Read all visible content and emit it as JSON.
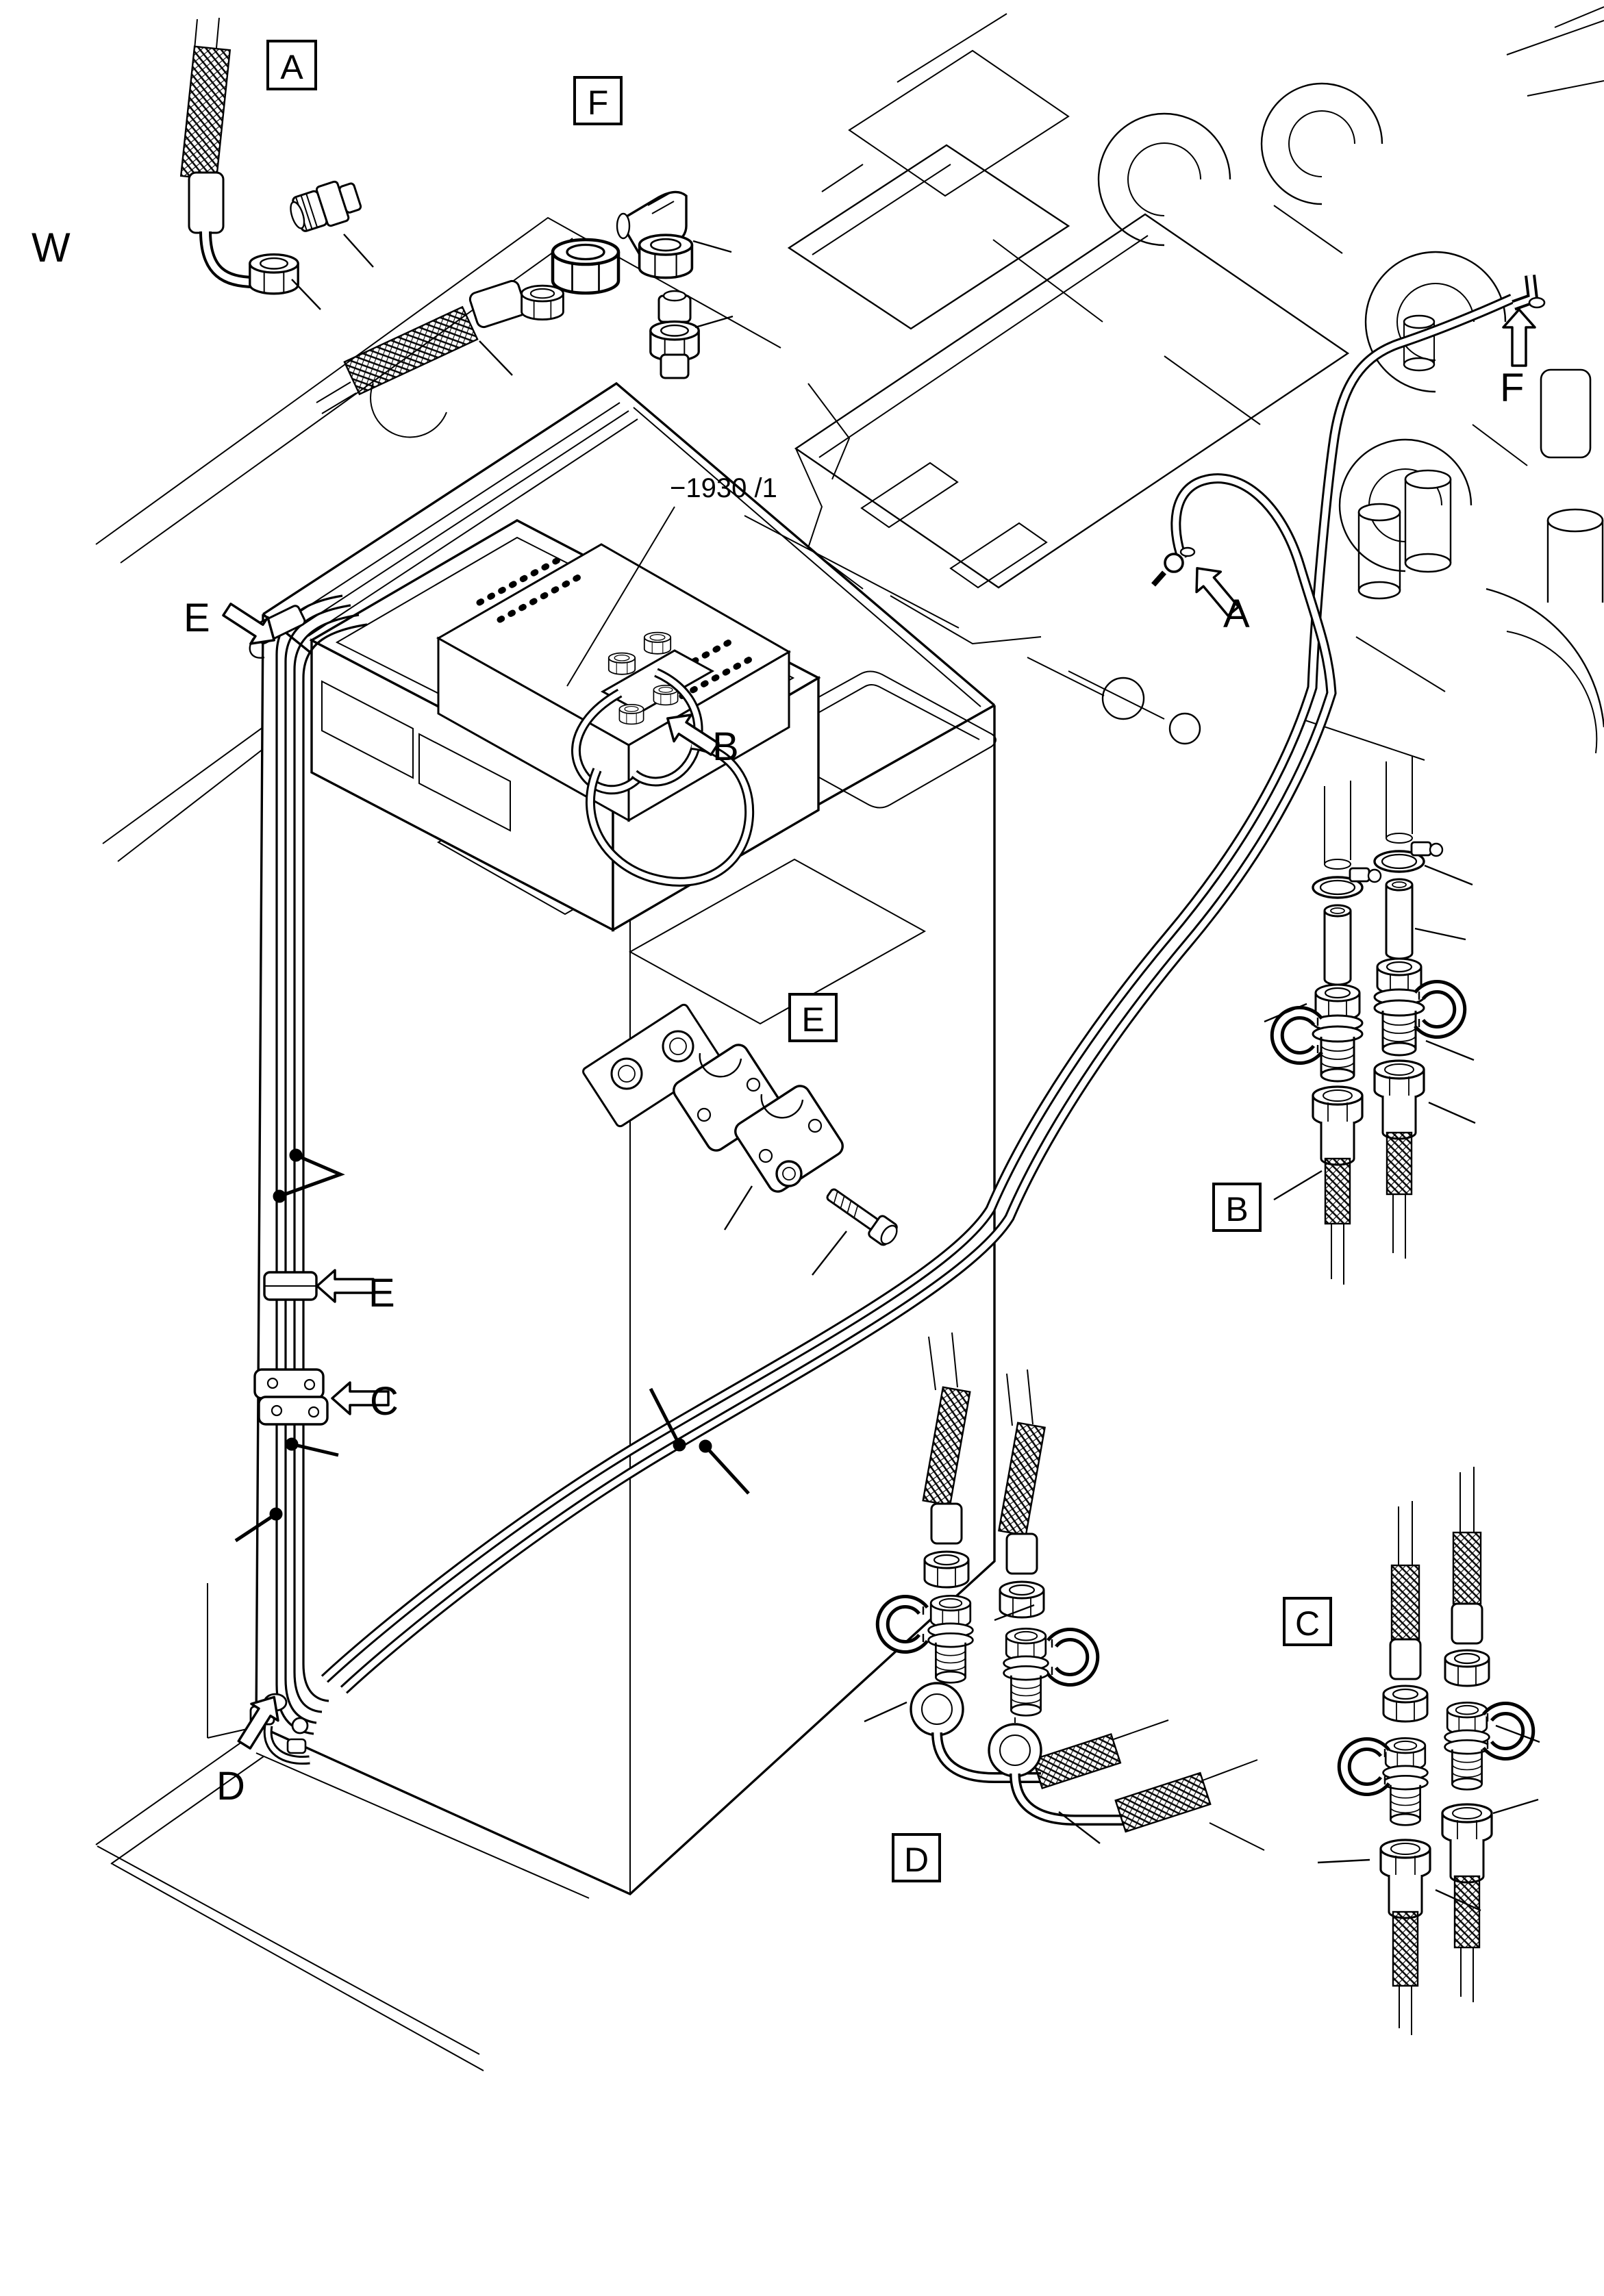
{
  "page": {
    "background": "#ffffff",
    "line_color": "#000000",
    "description_visible_text_only": true
  },
  "labels": {
    "view_marker": "W",
    "part_reference": "−1930 /1",
    "details": {
      "a": "A",
      "b": "B",
      "c": "C",
      "d": "D",
      "e": "E",
      "f": "F"
    }
  }
}
